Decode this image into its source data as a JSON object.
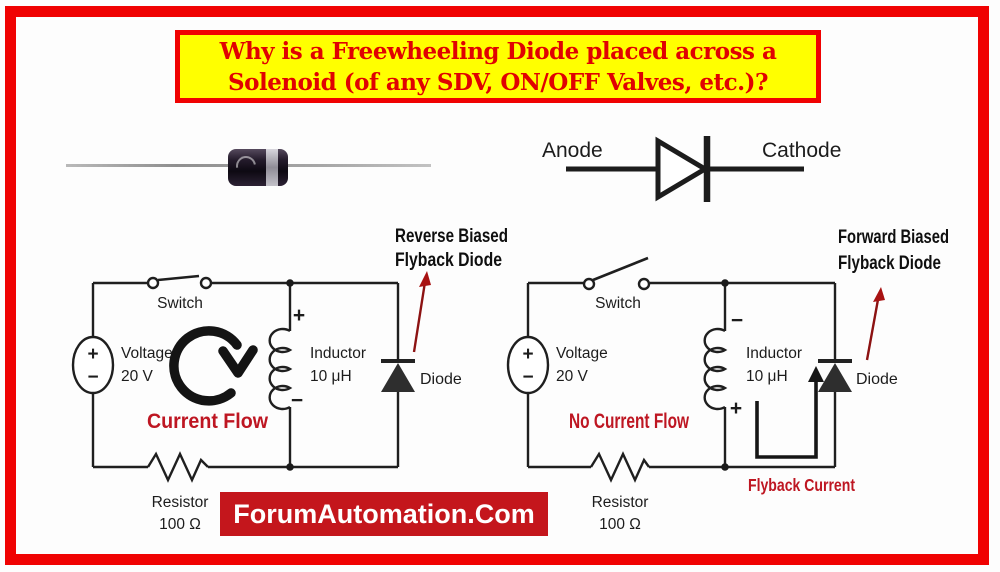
{
  "title_banner": {
    "line1": "Why is a Freewheeling Diode placed across a",
    "line2": "Solenoid (of any SDV, ON/OFF Valves, etc.)?"
  },
  "diode_symbol": {
    "anode": "Anode",
    "cathode": "Cathode"
  },
  "left_circuit": {
    "caption_line1": "Reverse Biased",
    "caption_line2": "Flyback Diode",
    "switch": "Switch",
    "voltage_name": "Voltage",
    "voltage_value": "20 V",
    "source_plus": "+",
    "source_minus": "−",
    "inductor_top_sign": "+",
    "inductor_bottom_sign": "−",
    "inductor_name": "Inductor",
    "inductor_value": "10 μH",
    "diode": "Diode",
    "flow": "Current Flow",
    "resistor_name": "Resistor",
    "resistor_value": "100 Ω"
  },
  "right_circuit": {
    "caption_line1": "Forward Biased",
    "caption_line2": "Flyback Diode",
    "switch": "Switch",
    "voltage_name": "Voltage",
    "voltage_value": "20 V",
    "source_plus": "+",
    "source_minus": "−",
    "inductor_top_sign": "−",
    "inductor_bottom_sign": "+",
    "inductor_name": "Inductor",
    "inductor_value": "10 μH",
    "diode": "Diode",
    "flow": "No Current Flow",
    "flyback": "Flyback Current",
    "resistor_name": "Resistor",
    "resistor_value": "100 Ω"
  },
  "footer_banner": {
    "text": "ForumAutomation.Com"
  },
  "colors": {
    "frame_border": "#f00202",
    "banner_bg": "#ffff00",
    "banner_text": "#e00202",
    "footer_bg": "#c4161c",
    "flow_text": "#be1622",
    "arrow_red": "#8c1212",
    "wire": "#1f1f1f"
  }
}
